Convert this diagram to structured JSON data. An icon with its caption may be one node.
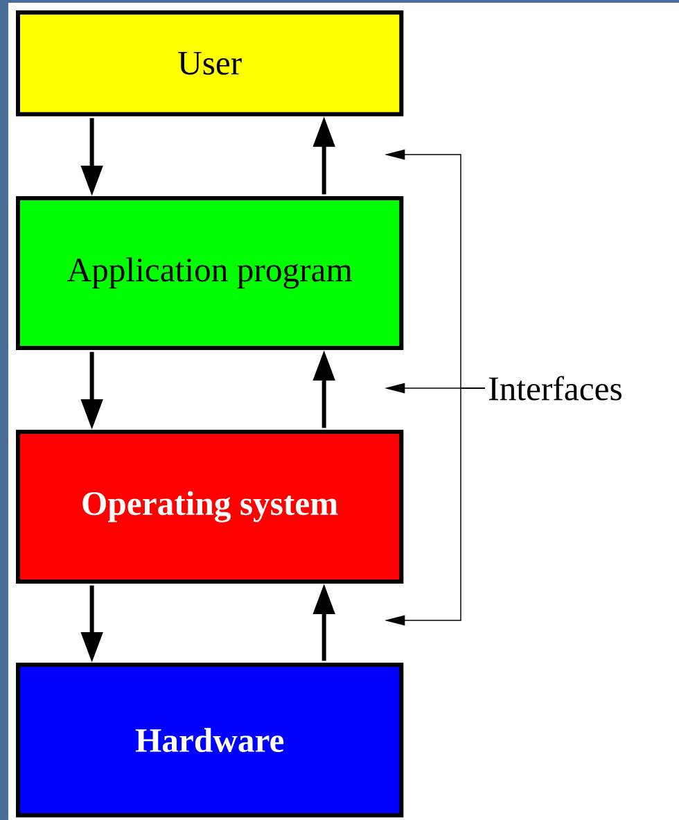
{
  "diagram": {
    "nodes": [
      {
        "text": [
          "User"
        ]
      },
      {
        "text": [
          "Application program"
        ]
      },
      {
        "text": [
          "Operating system"
        ]
      },
      {
        "text": [
          "Hardware"
        ]
      },
      {
        "text": [
          "Interfaces"
        ]
      }
    ],
    "edges": [
      {
        "from": 0,
        "to": 1,
        "arrow": "to"
      },
      {
        "from": 1,
        "to": 0,
        "arrow": "to"
      },
      {
        "from": 1,
        "to": 2,
        "arrow": "to"
      },
      {
        "from": 2,
        "to": 1,
        "arrow": "to"
      },
      {
        "from": 2,
        "to": 3,
        "arrow": "to"
      },
      {
        "from": 3,
        "to": 2,
        "arrow": "to"
      },
      {
        "from": 4,
        "to": null,
        "arrow": "to"
      },
      {
        "from": 4,
        "to": null,
        "arrow": "to"
      },
      {
        "from": 4,
        "to": null,
        "arrow": "to"
      }
    ]
  }
}
